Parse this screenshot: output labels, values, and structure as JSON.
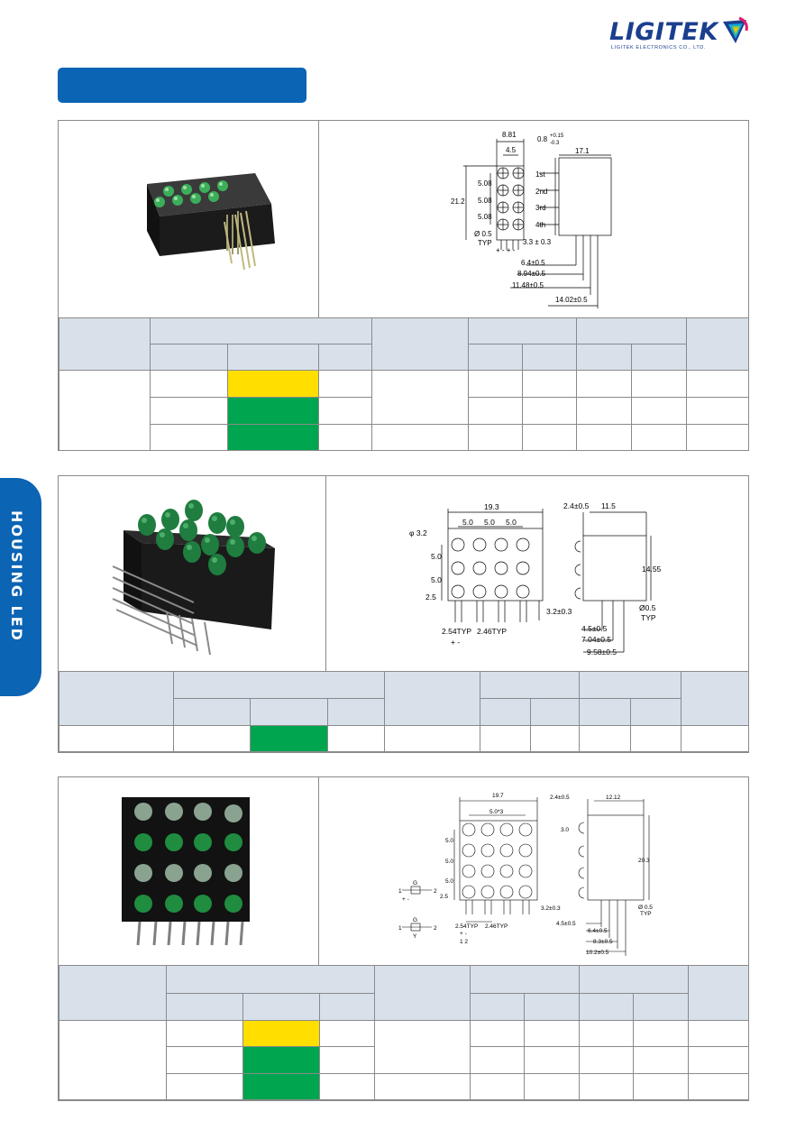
{
  "brand": {
    "name": "LIGITEK",
    "subtitle": "LIGITEK ELECTRONICS CO., LTD.",
    "colors": {
      "primary": "#0b64b4",
      "header_cell": "#d8e1ea",
      "yellow_cell": "#ffde00",
      "green_cell": "#00a54f"
    }
  },
  "side_tab": {
    "label": "HOUSING LED"
  },
  "section1": {
    "drawing": {
      "w1": "8.81",
      "w2": "4.5",
      "thk": "0.8",
      "tol_p": "+0.15",
      "tol_m": "-0.3",
      "depth": "17.1",
      "h": "21.2",
      "p1": "5.08",
      "p2": "5.08",
      "p3": "5.08",
      "r1": "1st",
      "r2": "2nd",
      "r3": "3rd",
      "r4": "4th",
      "pin": "Ø 0.5",
      "typ": "TYP",
      "pol": "+ -  + -",
      "off": "3.3 ± 0.3",
      "d1": "6.4±0.5",
      "d2": "8.94±0.5",
      "d3": "11.48±0.5",
      "d4": "14.02±0.5"
    }
  },
  "section2": {
    "drawing": {
      "w": "19.3",
      "p1": "5.0",
      "p2": "5.0",
      "p3": "5.0",
      "dia": "φ 3.2",
      "v1": "5.0",
      "v2": "5.0",
      "v3": "2.5",
      "off": "3.2±0.3",
      "pitch1": "2.54TYP",
      "pitch2": "2.46TYP",
      "pol": "+  -",
      "t": "2.4±0.5",
      "depth": "11.5",
      "h": "14.55",
      "pin": "Ø0.5",
      "typ": "TYP",
      "d1": "4.5±0.5",
      "d2": "7.04±0.5",
      "d3": "9.58±0.5"
    }
  },
  "section3": {
    "drawing": {
      "w": "19.7",
      "pitch": "5.0*3",
      "v1": "5.0",
      "v2": "5.0",
      "v3": "5.0",
      "v4": "2.5",
      "off": "3.2±0.3",
      "pitch1": "2.54TYP",
      "pitch2": "2.46TYP",
      "pol": "+  -",
      "pins": "1  2",
      "t": "2.4±0.5",
      "depth": "12.12",
      "t2": "3.0",
      "h": "20.3",
      "pin": "Ø 0.5",
      "typ": "TYP",
      "d0": "4.5±0.5",
      "d1": "6.4±0.5",
      "d2": "8.3±0.5",
      "d3": "10.2±0.5",
      "sch1_1": "1",
      "sch1_2": "2",
      "sch1_g": "G",
      "sch1_pol": "+ -",
      "sch2_1": "1",
      "sch2_2": "2",
      "sch2_g": "G",
      "sch2_y": "Y"
    }
  }
}
